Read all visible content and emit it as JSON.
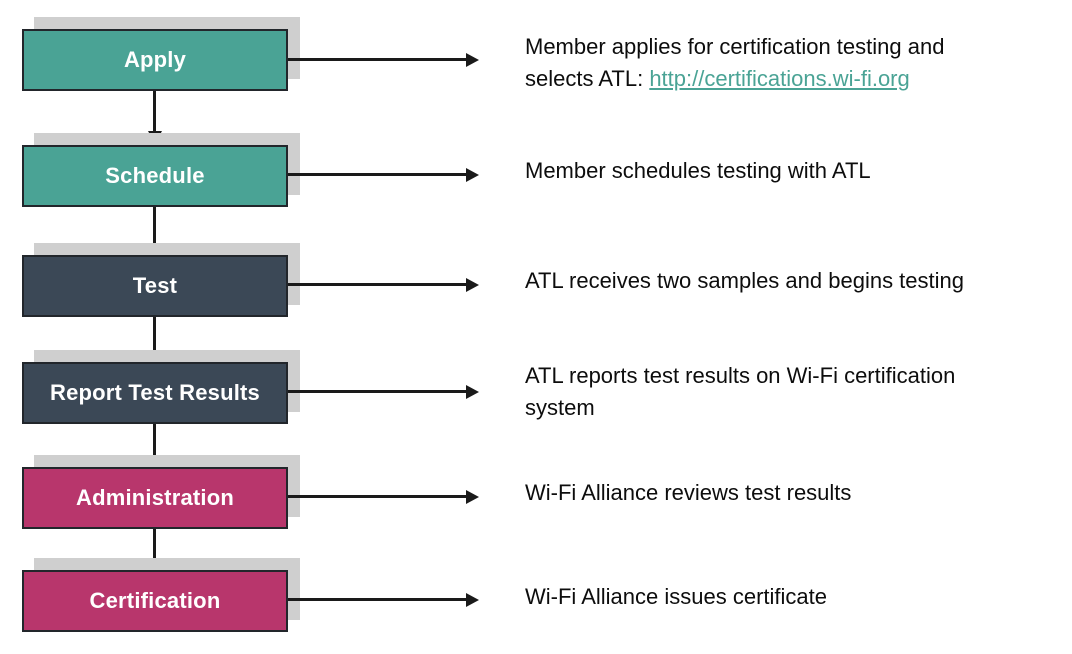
{
  "diagram": {
    "title": "Wi-Fi certification process flow",
    "colors": {
      "teal": "#4aa395",
      "slate": "#3b4856",
      "plum": "#b8366c",
      "shadow": "#cfcfcf",
      "arrow": "#1a1a1a",
      "link": "#4aa395",
      "text": "#0d0d0d",
      "box_label": "#ffffff"
    },
    "steps": [
      {
        "label": "Apply",
        "color_name": "teal",
        "description_lines": [
          "Member applies for certification testing  and",
          "selects ATL: "
        ],
        "link_text": "http://certifications.wi-fi.org",
        "description_plain": "Member applies for certification testing  and selects ATL: http://certifications.wi-fi.org"
      },
      {
        "label": "Schedule",
        "color_name": "teal",
        "description_lines": [
          "Member schedules testing with ATL"
        ],
        "link_text": "",
        "description_plain": "Member schedules testing with ATL"
      },
      {
        "label": "Test",
        "color_name": "slate",
        "description_lines": [
          "ATL receives two samples and begins testing"
        ],
        "link_text": "",
        "description_plain": "ATL receives two samples and begins testing"
      },
      {
        "label": "Report Test Results",
        "color_name": "slate",
        "description_lines": [
          "ATL reports test results on Wi-Fi certification",
          "system"
        ],
        "link_text": "",
        "description_plain": "ATL reports test results on Wi-Fi certification system"
      },
      {
        "label": "Administration",
        "color_name": "plum",
        "description_lines": [
          "Wi-Fi Alliance reviews test results"
        ],
        "link_text": "",
        "description_plain": "Wi-Fi Alliance reviews test results"
      },
      {
        "label": "Certification",
        "color_name": "plum",
        "description_lines": [
          "Wi-Fi Alliance issues certificate"
        ],
        "link_text": "",
        "description_plain": "Wi-Fi Alliance issues certificate"
      }
    ]
  }
}
